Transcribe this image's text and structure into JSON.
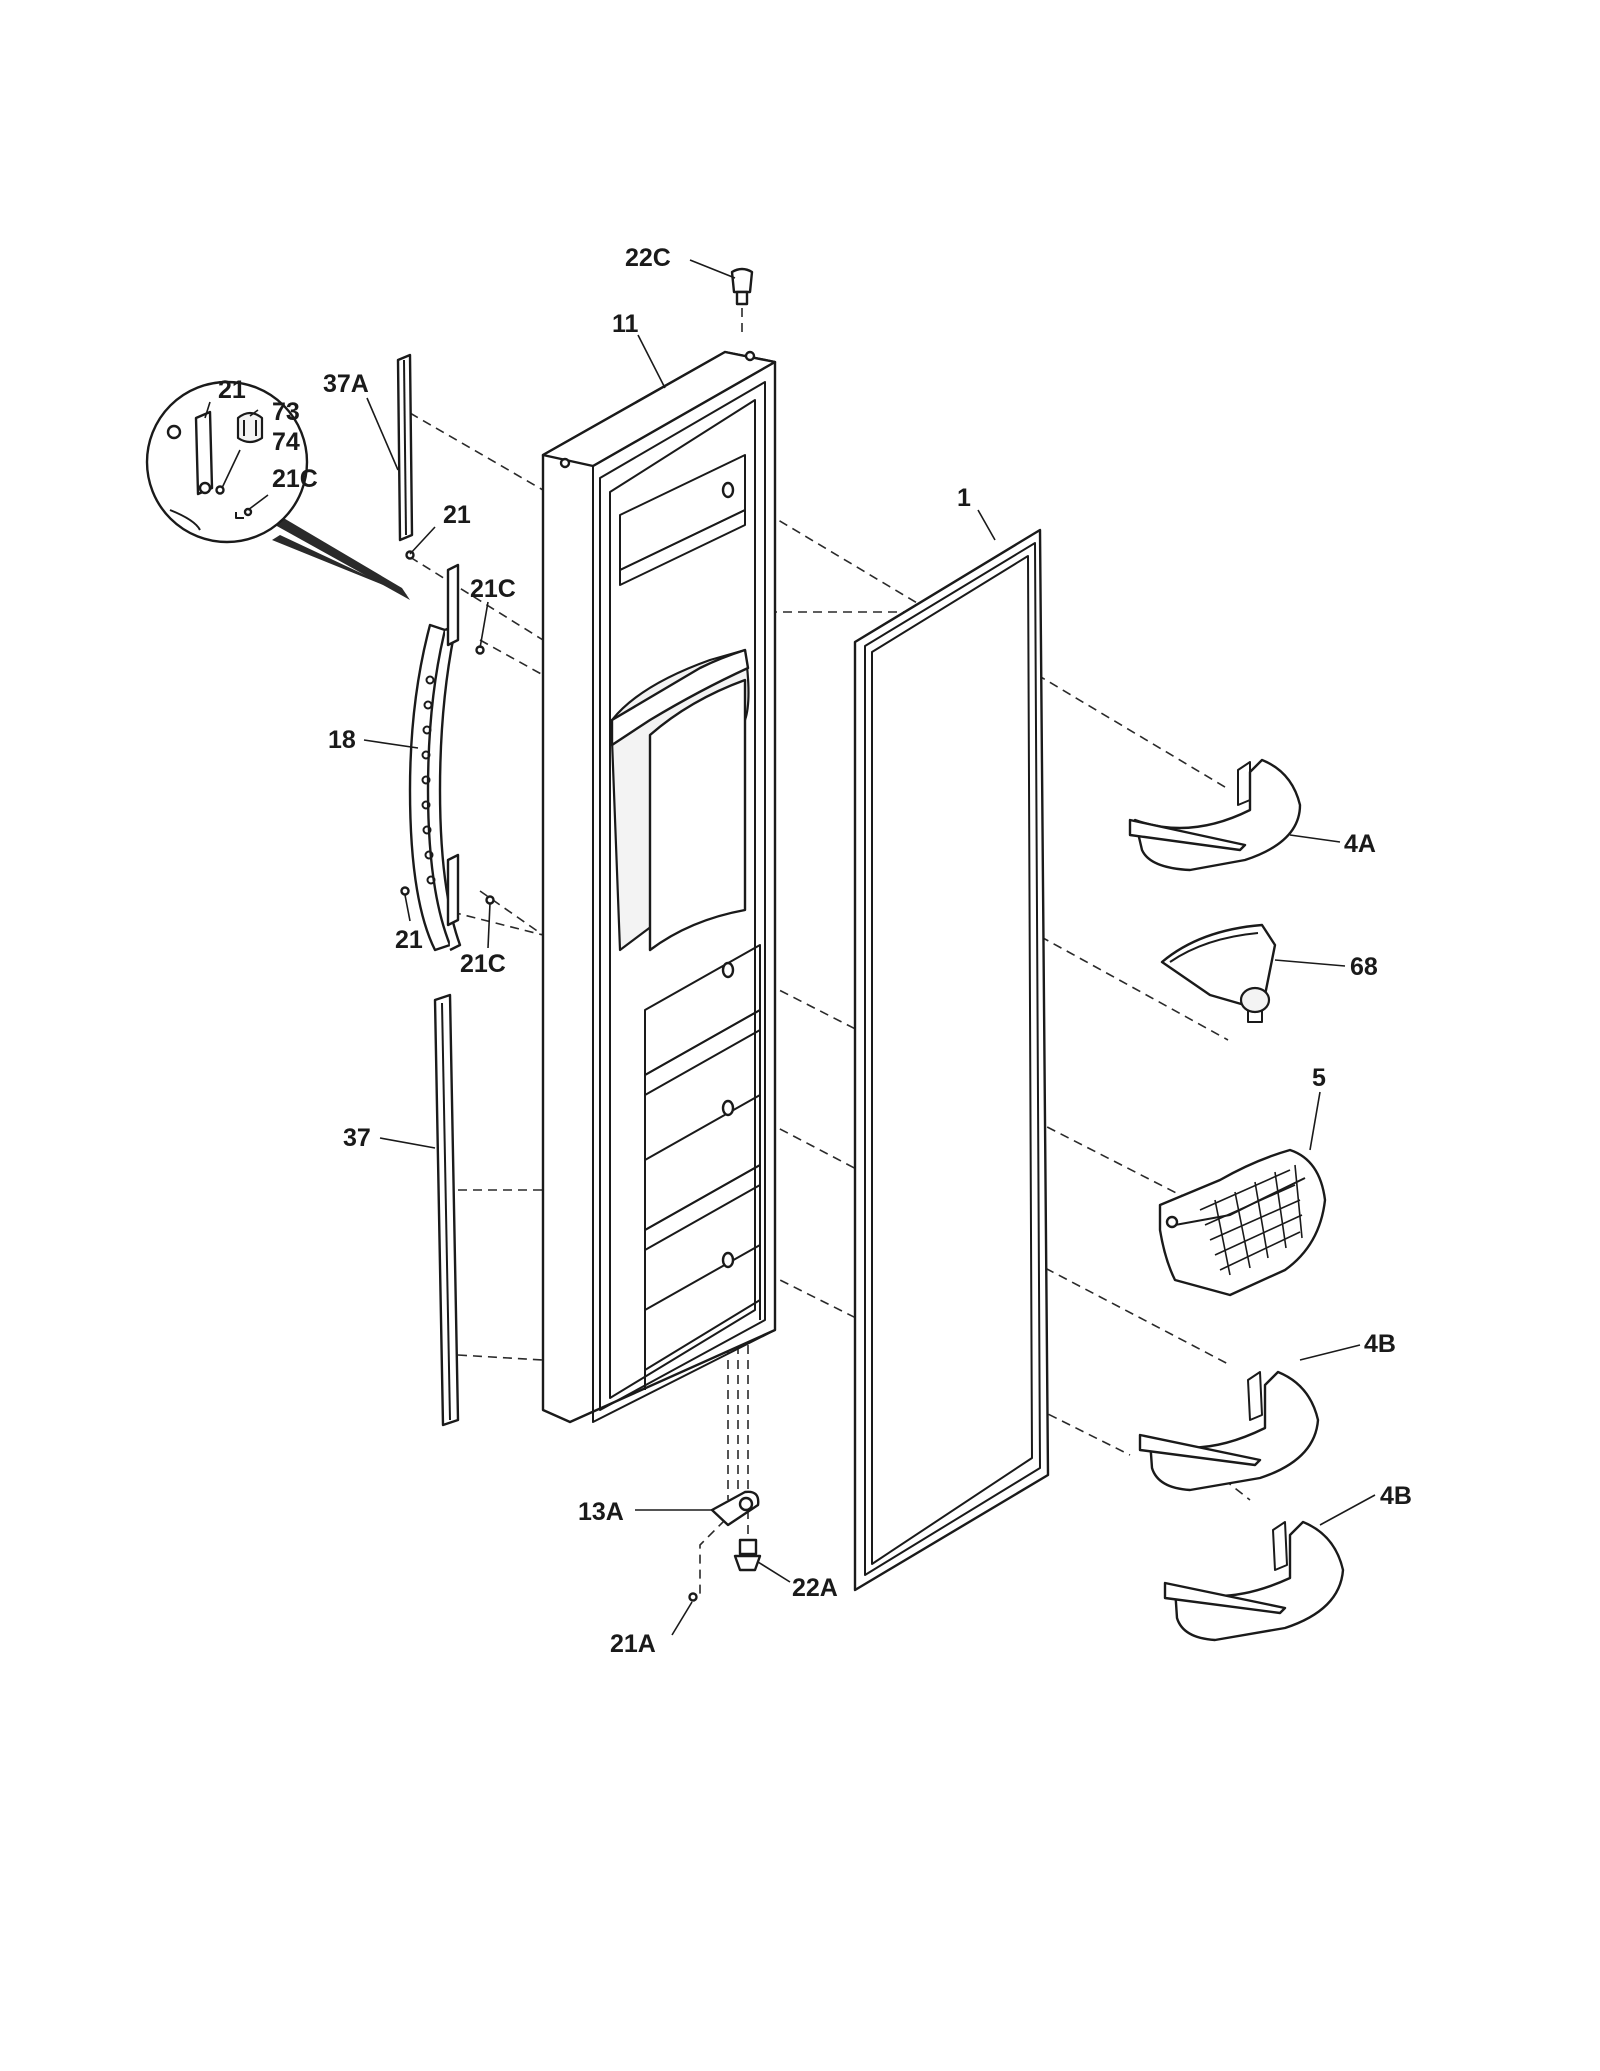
{
  "diagram": {
    "callouts": [
      {
        "id": "c-22C",
        "text": "22C"
      },
      {
        "id": "c-11",
        "text": "11"
      },
      {
        "id": "c-37A",
        "text": "37A"
      },
      {
        "id": "c-21-detail",
        "text": "21"
      },
      {
        "id": "c-73",
        "text": "73"
      },
      {
        "id": "c-74",
        "text": "74"
      },
      {
        "id": "c-21C-detail",
        "text": "21C"
      },
      {
        "id": "c-21-top",
        "text": "21"
      },
      {
        "id": "c-21C-top",
        "text": "21C"
      },
      {
        "id": "c-1",
        "text": "1"
      },
      {
        "id": "c-18",
        "text": "18"
      },
      {
        "id": "c-4A",
        "text": "4A"
      },
      {
        "id": "c-21-bottom",
        "text": "21"
      },
      {
        "id": "c-21C-bottom",
        "text": "21C"
      },
      {
        "id": "c-68",
        "text": "68"
      },
      {
        "id": "c-5",
        "text": "5"
      },
      {
        "id": "c-37",
        "text": "37"
      },
      {
        "id": "c-4B-upper",
        "text": "4B"
      },
      {
        "id": "c-13A",
        "text": "13A"
      },
      {
        "id": "c-22A",
        "text": "22A"
      },
      {
        "id": "c-4B-lower",
        "text": "4B"
      },
      {
        "id": "c-21A",
        "text": "21A"
      }
    ]
  }
}
